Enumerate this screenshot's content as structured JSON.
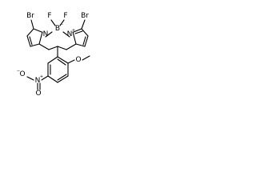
{
  "molecule": {
    "atoms": {
      "br_left": "Br",
      "br_right": "Br",
      "f_left": "F",
      "f_right": "F",
      "boron": "B",
      "n_left": "N",
      "n_right": "N",
      "o_methoxy": "O",
      "n_nitro": "N",
      "o_nitro_single": "O",
      "o_nitro_double": "O"
    },
    "charges": {
      "boron": "−",
      "n_right": "+",
      "n_nitro": "+",
      "o_nitro_single": "−"
    }
  }
}
